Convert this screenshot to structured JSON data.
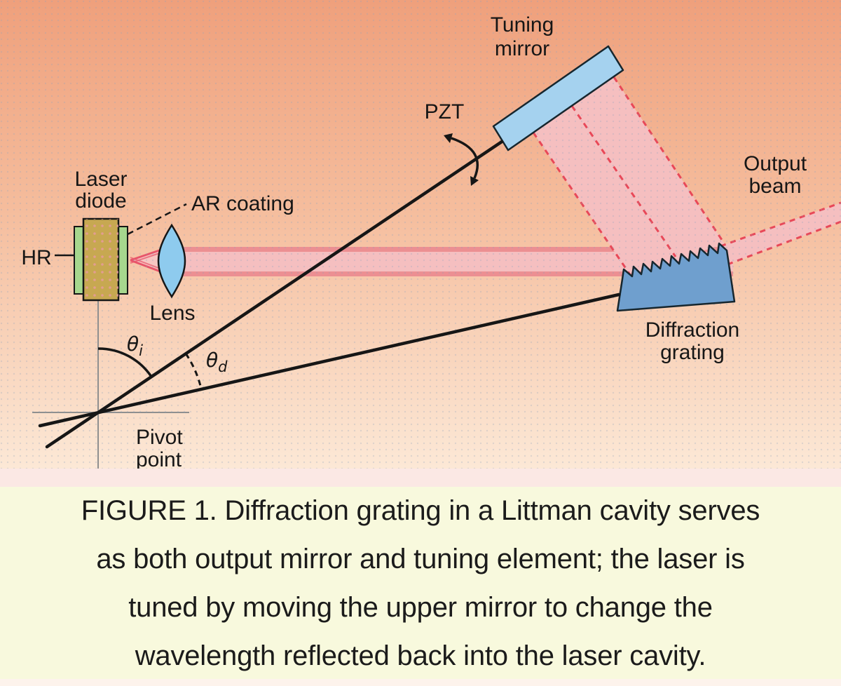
{
  "figure": {
    "labels": {
      "tuning_mirror": {
        "line1": "Tuning",
        "line2": "mirror"
      },
      "pzt": "PZT",
      "output_beam": {
        "line1": "Output",
        "line2": "beam"
      },
      "laser_diode": {
        "line1": "Laser",
        "line2": "diode"
      },
      "ar_coating": "AR coating",
      "hr": "HR",
      "lens": "Lens",
      "diffraction_grating": {
        "line1": "Diffraction",
        "line2": "grating"
      },
      "pivot_point": {
        "line1": "Pivot",
        "line2": "point"
      },
      "theta_incident": {
        "symbol": "θ",
        "subscript": "i"
      },
      "theta_diffracted": {
        "symbol": "θ",
        "subscript": "d"
      }
    },
    "colors": {
      "background_top": "#efa07c",
      "background_mid": "#f5bd9d",
      "background_bottom": "#fce8d6",
      "beam_fill": "#f5bfc0",
      "beam_edge": "#ec8f92",
      "beam_dashed_edge": "#e84858",
      "cone_fill": "#f7c6c2",
      "mirror_blue": "#a5d2ef",
      "lens_blue": "#8ecbee",
      "grating_blue": "#6f9fce",
      "diode_tan": "#c7a851",
      "coating_green": "#a6d78e",
      "line_black": "#161616",
      "guide_gray": "#8f8f8f",
      "divider_pink": "#fbe8e4",
      "caption_background": "#f8f9dd"
    }
  },
  "caption": {
    "figure_number": "FIGURE 1.",
    "lines": [
      "FIGURE 1. Diffraction grating in a Littman cavity serves",
      "as both output mirror and tuning element; the laser is",
      "tuned by moving the upper mirror to change the",
      "wavelength reflected back into the laser cavity."
    ]
  }
}
